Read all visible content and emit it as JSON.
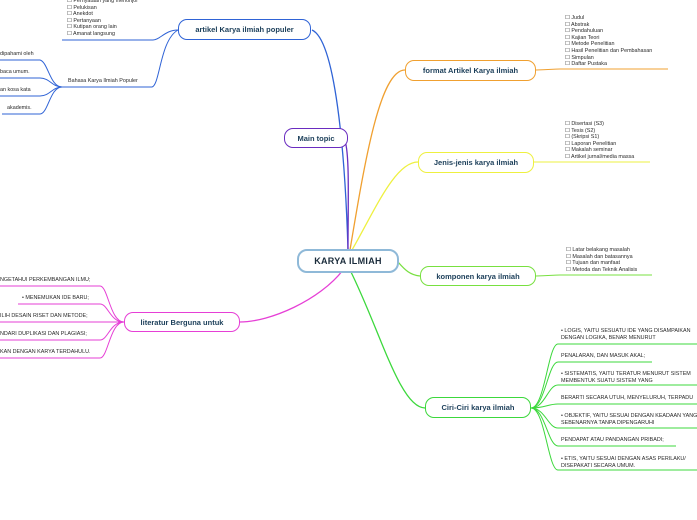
{
  "central": "KARYA ILMIAH",
  "branches": {
    "artikel": {
      "title": "artikel Karya ilmiah populer",
      "items_top": "☐ Pernyataan yang menonjol\n☐ Pelukisan\n☐ Anekdot\n☐ Pertanyaan\n☐ Kutipan orang lain\n☐ Amanat langsung",
      "sub": "Bahasa Karya Ilmiah Populer",
      "left_items": [
        "dipahami oleh",
        "baca umum.",
        "an kosa kata",
        "akademis."
      ]
    },
    "main": {
      "title": "Main topic"
    },
    "literatur": {
      "title": "literatur Berguna untuk",
      "items": [
        "NGETAHUI PERKEMBANGAN ILMU;",
        "• MENEMUKAN IDE BARU;",
        "ILIH DESAIN RISET DAN METODE;",
        "NDARI DUPLIKASI DAN PLAGIASI;",
        "KAN DENGAN KARYA TERDAHULU."
      ]
    },
    "format": {
      "title": "format Artikel Karya ilmiah",
      "items": "☐ Judul\n☐ Abstrak\n☐ Pendahuluan\n☐ Kajian Teori\n☐ Metode Penelitian\n☐ Hasil Penelitian dan Pembahasan\n☐ Simpulan\n☐ Daftar Pustaka"
    },
    "jenis": {
      "title": "Jenis-jenis karya ilmiah",
      "items": "☐ Disertasi (S3)\n☐ Tesis (S2)\n☐ (Skripsi S1)\n☐ Laporan Penelitian\n☐ Makalah seminar\n☐ Artikel jurnal/media massa"
    },
    "komponen": {
      "title": "komponen karya ilmiah",
      "items": "☐ Latar belakang masalah\n☐ Masalah dan batasannya\n☐ Tujuan dan manfaat\n☐ Metoda dan Teknik Analisis"
    },
    "ciri": {
      "title": "Ciri-Ciri karya ilmiah",
      "items": [
        "• LOGIS, YAITU SESUATU IDE YANG DISAMPAIKAN\nDENGAN LOGIKA, BENAR MENURUT",
        "PENALARAN, DAN MASUK AKAL;",
        "• SISTEMATIS, YAITU TERATUR MENURUT SISTEM\nMEMBENTUK SUATU SISTEM YANG",
        "BERARTI SECARA UTUH, MENYELURUH, TERPADU",
        "• OBJEKTIF, YAITU SESUAI DENGAN KEADAAN YANG\nSEBENARNYA TANPA DIPENGARUHI",
        "PENDAPAT ATAU PANDANGAN PRIBADI;",
        "• ETIS, YAITU SESUAI DENGAN ASAS PERILAKU/\nDISEPAKATI SECARA UMUM."
      ]
    }
  },
  "colors": {
    "artikel": "#2f63d6",
    "main": "#6a2cc0",
    "literatur": "#e63fd6",
    "format": "#f0a030",
    "jenis": "#eef040",
    "komponen": "#78e040",
    "ciri": "#3cd83c",
    "central_border": "#8fb9d8"
  }
}
